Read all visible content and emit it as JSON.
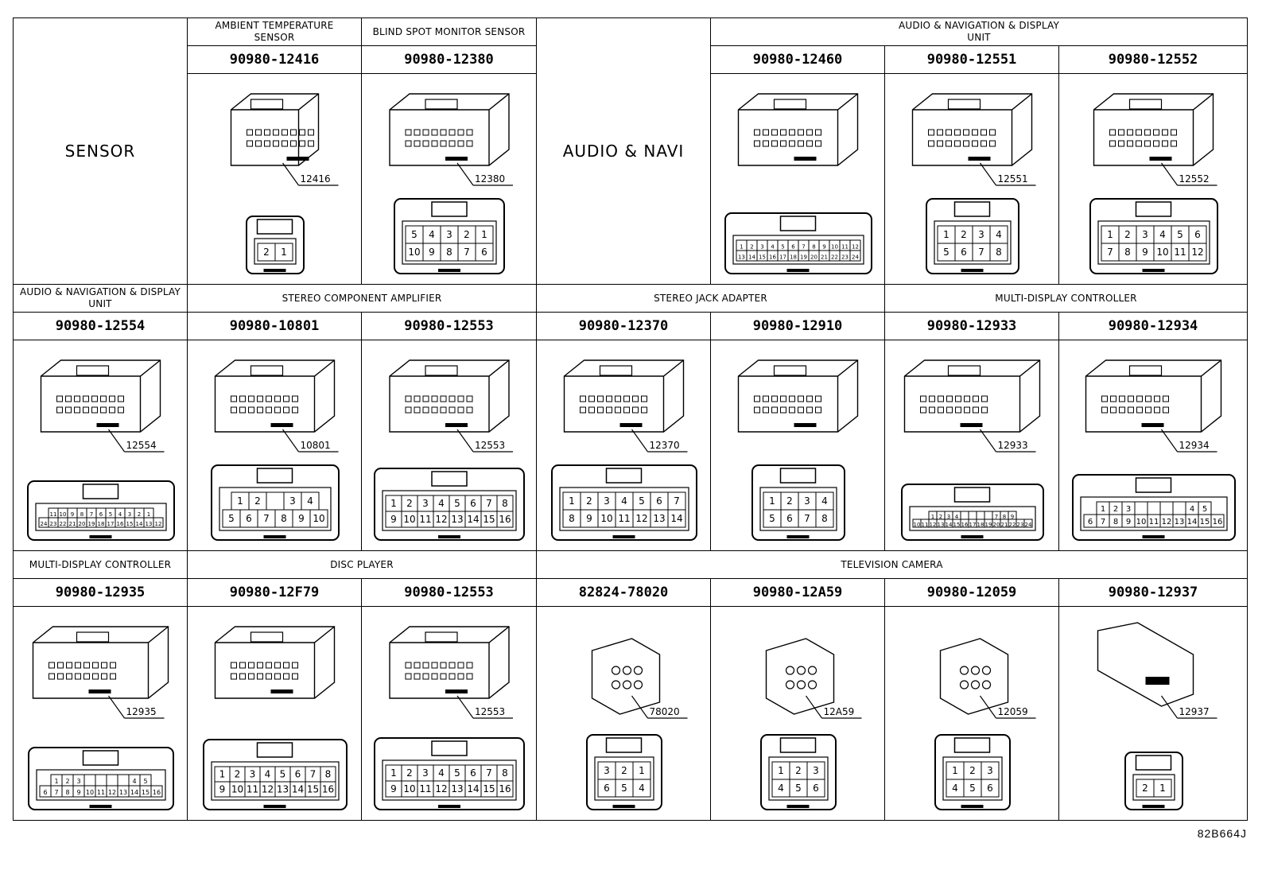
{
  "cells": [
    {
      "id": "sensor-group",
      "kind": "cat",
      "text": "SENSOR",
      "big": true
    },
    {
      "id": "ambient-temperature-sensor",
      "kind": "cat",
      "text": "AMBIENT TEMPERATURE\nSENSOR"
    },
    {
      "id": "blind-spot-monitor-sensor",
      "kind": "cat",
      "text": "BLIND SPOT MONITOR SENSOR"
    },
    {
      "id": "audio-navi-group",
      "kind": "cat",
      "text": "AUDIO & NAVI",
      "big": true
    },
    {
      "id": "audio-navigation-display-unit-1",
      "kind": "cat",
      "text": "AUDIO & NAVIGATION & DISPLAY\nUNIT"
    },
    {
      "id": "audio-navigation-display-unit-2",
      "kind": "cat",
      "text": "AUDIO & NAVIGATION & DISPLAY\nUNIT"
    },
    {
      "id": "stereo-component-amplifier",
      "kind": "cat",
      "text": "STEREO COMPONENT AMPLIFIER"
    },
    {
      "id": "stereo-jack-adapter",
      "kind": "cat",
      "text": "STEREO JACK ADAPTER"
    },
    {
      "id": "multi-display-controller-1",
      "kind": "cat",
      "text": "MULTI-DISPLAY CONTROLLER"
    },
    {
      "id": "multi-display-controller-2",
      "kind": "cat",
      "text": "MULTI-DISPLAY CONTROLLER"
    },
    {
      "id": "disc-player",
      "kind": "cat",
      "text": "DISC PLAYER"
    },
    {
      "id": "television-camera",
      "kind": "cat",
      "text": "TELEVISION CAMERA"
    },
    {
      "kind": "pn",
      "text": "90980-12416"
    },
    {
      "kind": "pn",
      "text": "90980-12380"
    },
    {
      "kind": "pn",
      "text": "90980-12460"
    },
    {
      "kind": "pn",
      "text": "90980-12551"
    },
    {
      "kind": "pn",
      "text": "90980-12552"
    },
    {
      "kind": "pn",
      "text": "90980-12554"
    },
    {
      "kind": "pn",
      "text": "90980-10801"
    },
    {
      "kind": "pn",
      "text": "90980-12553"
    },
    {
      "kind": "pn",
      "text": "90980-12370"
    },
    {
      "kind": "pn",
      "text": "90980-12910"
    },
    {
      "kind": "pn",
      "text": "90980-12933"
    },
    {
      "kind": "pn",
      "text": "90980-12934"
    },
    {
      "kind": "pn",
      "text": "90980-12935"
    },
    {
      "kind": "pn",
      "text": "90980-12F79"
    },
    {
      "kind": "pn",
      "text": "90980-12553"
    },
    {
      "kind": "pn",
      "text": "82824-78020"
    },
    {
      "kind": "pn",
      "text": "90980-12A59"
    },
    {
      "kind": "pn",
      "text": "90980-12059"
    },
    {
      "kind": "pn",
      "text": "90980-12937"
    },
    {
      "kind": "pic",
      "label": "12416",
      "shape": "small-sensor",
      "pins": [
        [
          "2",
          "1"
        ]
      ]
    },
    {
      "kind": "pic",
      "label": "12380",
      "shape": "round",
      "pins": [
        [
          "5",
          "4",
          "3",
          "2",
          "1"
        ],
        [
          "10",
          "9",
          "8",
          "7",
          "6"
        ]
      ]
    },
    {
      "kind": "pic",
      "label": "",
      "shape": "wide",
      "pins": [
        [
          "1",
          "2",
          "3",
          "4",
          "5",
          "6",
          "7",
          "8",
          "9",
          "10",
          "11",
          "12"
        ],
        [
          "13",
          "14",
          "15",
          "16",
          "17",
          "18",
          "19",
          "20",
          "21",
          "22",
          "23",
          "24"
        ]
      ]
    },
    {
      "kind": "pic",
      "label": "12551",
      "shape": "tall",
      "pins": [
        [
          "1",
          "2",
          "3",
          "4"
        ],
        [
          "5",
          "6",
          "7",
          "8"
        ]
      ]
    },
    {
      "kind": "pic",
      "label": "12552",
      "shape": "tall",
      "pins": [
        [
          "1",
          "2",
          "3",
          "4",
          "5",
          "6"
        ],
        [
          "7",
          "8",
          "9",
          "10",
          "11",
          "12"
        ]
      ]
    },
    {
      "kind": "pic",
      "label": "12554",
      "shape": "wide",
      "pins": [
        [
          "11",
          "10",
          "9",
          "8",
          "7",
          "6",
          "5",
          "4",
          "3",
          "2",
          "1"
        ],
        [
          "24",
          "23",
          "22",
          "21",
          "20",
          "19",
          "18",
          "17",
          "16",
          "15",
          "14",
          "13",
          "12"
        ]
      ]
    },
    {
      "kind": "pic",
      "label": "10801",
      "shape": "amp",
      "pins": [
        [
          "1",
          "2",
          "",
          "3",
          "4"
        ],
        [
          "5",
          "6",
          "7",
          "8",
          "9",
          "10"
        ]
      ]
    },
    {
      "kind": "pic",
      "label": "12553",
      "shape": "wide",
      "pins": [
        [
          "1",
          "2",
          "3",
          "4",
          "5",
          "6",
          "7",
          "8"
        ],
        [
          "9",
          "10",
          "11",
          "12",
          "13",
          "14",
          "15",
          "16"
        ]
      ]
    },
    {
      "kind": "pic",
      "label": "12370",
      "shape": "box",
      "pins": [
        [
          "1",
          "2",
          "3",
          "4",
          "5",
          "6",
          "7"
        ],
        [
          "8",
          "9",
          "10",
          "11",
          "12",
          "13",
          "14"
        ]
      ]
    },
    {
      "kind": "pic",
      "label": "",
      "shape": "tall",
      "pins": [
        [
          "1",
          "2",
          "3",
          "4"
        ],
        [
          "5",
          "6",
          "7",
          "8"
        ]
      ]
    },
    {
      "kind": "pic",
      "label": "12933",
      "shape": "flat",
      "pins": [
        [
          "1",
          "2",
          "3",
          "4",
          "",
          "",
          "",
          "",
          "7",
          "8",
          "9"
        ],
        [
          "10",
          "11",
          "12",
          "13",
          "14",
          "15",
          "16",
          "17",
          "18",
          "19",
          "20",
          "21",
          "22",
          "23",
          "24"
        ]
      ]
    },
    {
      "kind": "pic",
      "label": "12934",
      "shape": "flat",
      "pins": [
        [
          "1",
          "2",
          "3",
          "",
          "",
          "",
          "",
          "4",
          "5"
        ],
        [
          "6",
          "7",
          "8",
          "9",
          "10",
          "11",
          "12",
          "13",
          "14",
          "15",
          "16"
        ]
      ]
    },
    {
      "kind": "pic",
      "label": "12935",
      "shape": "flat",
      "pins": [
        [
          "1",
          "2",
          "3",
          "",
          "",
          "",
          "",
          "4",
          "5"
        ],
        [
          "6",
          "7",
          "8",
          "9",
          "10",
          "11",
          "12",
          "13",
          "14",
          "15",
          "16"
        ]
      ]
    },
    {
      "kind": "pic",
      "label": "",
      "shape": "box",
      "pins": [
        [
          "1",
          "2",
          "3",
          "4",
          "5",
          "6",
          "7",
          "8"
        ],
        [
          "9",
          "10",
          "11",
          "12",
          "13",
          "14",
          "15",
          "16"
        ]
      ]
    },
    {
      "kind": "pic",
      "label": "12553",
      "shape": "wide",
      "pins": [
        [
          "1",
          "2",
          "3",
          "4",
          "5",
          "6",
          "7",
          "8"
        ],
        [
          "9",
          "10",
          "11",
          "12",
          "13",
          "14",
          "15",
          "16"
        ]
      ]
    },
    {
      "kind": "pic",
      "label": "78020",
      "shape": "cam",
      "pins": [
        [
          "3",
          "2",
          "1"
        ],
        [
          "6",
          "5",
          "4"
        ]
      ]
    },
    {
      "kind": "pic",
      "label": "12A59",
      "shape": "cam",
      "pins": [
        [
          "1",
          "2",
          "3"
        ],
        [
          "4",
          "5",
          "6"
        ]
      ]
    },
    {
      "kind": "pic",
      "label": "12059",
      "shape": "cam2",
      "pins": [
        [
          "1",
          "2",
          "3"
        ],
        [
          "4",
          "5",
          "6"
        ]
      ]
    },
    {
      "kind": "pic",
      "label": "12937",
      "shape": "tiny",
      "pins": [
        [
          "2",
          "1"
        ]
      ]
    }
  ],
  "footer": {
    "code": "82B664J"
  }
}
